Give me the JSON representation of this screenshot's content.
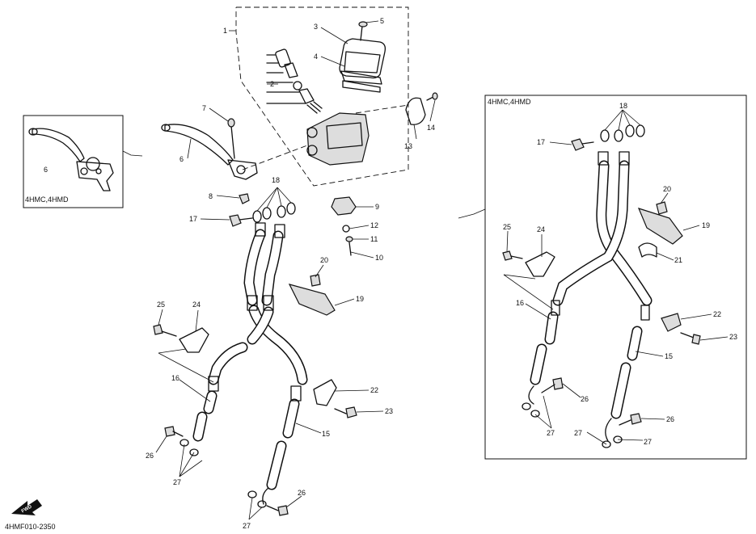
{
  "diagram": {
    "doc_code": "4HMF010-2350",
    "fwd_label": "FWD",
    "panels": [
      {
        "id": "left-inset",
        "label": "4HMC,4HMD"
      },
      {
        "id": "right-inset",
        "label": "4HMC,4HMD"
      }
    ],
    "callouts": [
      {
        "id": "c1",
        "text": "1"
      },
      {
        "id": "c2",
        "text": "2"
      },
      {
        "id": "c3",
        "text": "3"
      },
      {
        "id": "c4",
        "text": "4"
      },
      {
        "id": "c5",
        "text": "5"
      },
      {
        "id": "c6",
        "text": "6"
      },
      {
        "id": "c7",
        "text": "7"
      },
      {
        "id": "c8",
        "text": "8"
      },
      {
        "id": "c9",
        "text": "9"
      },
      {
        "id": "c10",
        "text": "10"
      },
      {
        "id": "c11",
        "text": "11"
      },
      {
        "id": "c12",
        "text": "12"
      },
      {
        "id": "c13",
        "text": "13"
      },
      {
        "id": "c14",
        "text": "14"
      },
      {
        "id": "c17",
        "text": "17"
      },
      {
        "id": "c18",
        "text": "18"
      },
      {
        "id": "c19",
        "text": "19"
      },
      {
        "id": "c20",
        "text": "20"
      },
      {
        "id": "c24",
        "text": "24"
      },
      {
        "id": "c25",
        "text": "25"
      },
      {
        "id": "c16",
        "text": "16"
      },
      {
        "id": "c22",
        "text": "22"
      },
      {
        "id": "c23",
        "text": "23"
      },
      {
        "id": "c15",
        "text": "15"
      },
      {
        "id": "c26a",
        "text": "26"
      },
      {
        "id": "c27a",
        "text": "27"
      },
      {
        "id": "c26b",
        "text": "26"
      },
      {
        "id": "c27b",
        "text": "27"
      },
      {
        "id": "i6",
        "text": "6"
      },
      {
        "id": "r18",
        "text": "18"
      },
      {
        "id": "r17",
        "text": "17"
      },
      {
        "id": "r20",
        "text": "20"
      },
      {
        "id": "r19",
        "text": "19"
      },
      {
        "id": "r25",
        "text": "25"
      },
      {
        "id": "r24",
        "text": "24"
      },
      {
        "id": "r21",
        "text": "21"
      },
      {
        "id": "r16",
        "text": "16"
      },
      {
        "id": "r22",
        "text": "22"
      },
      {
        "id": "r23",
        "text": "23"
      },
      {
        "id": "r15",
        "text": "15"
      },
      {
        "id": "r26a",
        "text": "26"
      },
      {
        "id": "r27a",
        "text": "27"
      },
      {
        "id": "r27b",
        "text": "27"
      },
      {
        "id": "r27c",
        "text": "27"
      },
      {
        "id": "r26b",
        "text": "26"
      }
    ]
  }
}
